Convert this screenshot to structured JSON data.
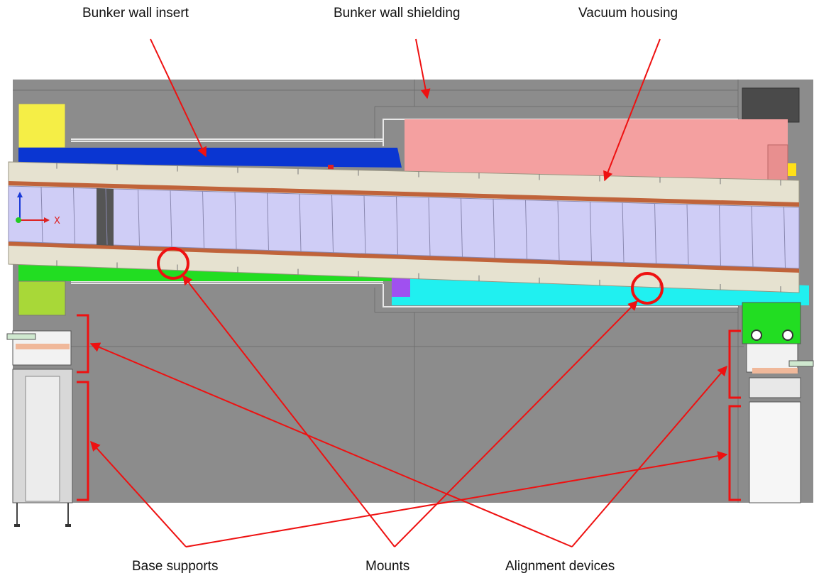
{
  "labels": {
    "bunker_wall_insert": "Bunker wall insert",
    "bunker_wall_shielding": "Bunker wall shielding",
    "vacuum_housing": "Vacuum housing",
    "base_supports": "Base supports",
    "mounts": "Mounts",
    "alignment_devices": "Alignment devices"
  },
  "axis": {
    "x_label": "X"
  },
  "colors": {
    "shielding": "#8c8c8c",
    "insert_blue": "#0a36d2",
    "insert_green": "#22dd22",
    "housing_pink": "#f4a0a0",
    "housing_cyan": "#20f0f0",
    "beam_lavender": "#cfcdf6",
    "housing_beige": "#e6e2d0",
    "annotation_red": "#ee1111"
  }
}
